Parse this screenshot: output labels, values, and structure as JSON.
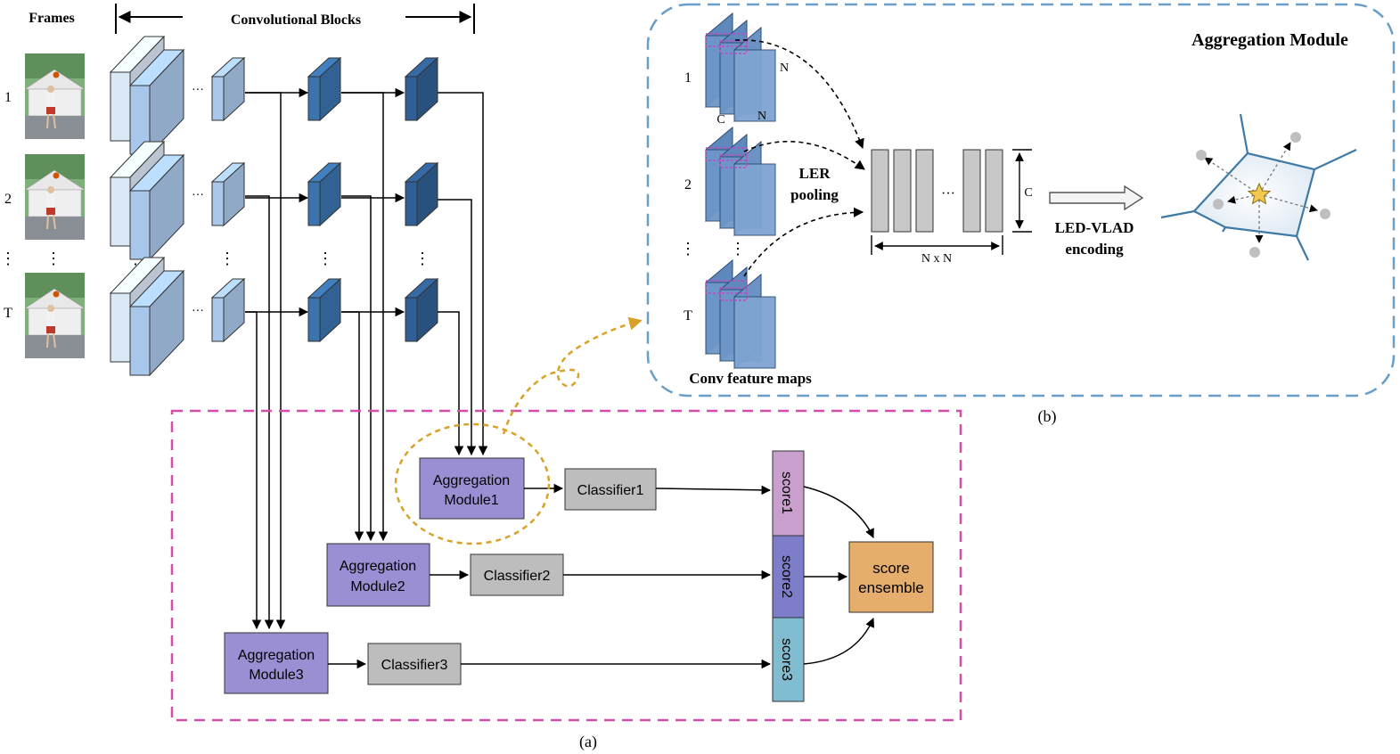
{
  "title_frames": "Frames",
  "title_conv_blocks": "Convolutional Blocks",
  "frame_labels": [
    "1",
    "2",
    "⋮",
    "T"
  ],
  "ellipsis_h": "···",
  "ellipsis_v": "⋮",
  "aggregation_modules": [
    {
      "line1": "Aggregation",
      "line2": "Module1"
    },
    {
      "line1": "Aggregation",
      "line2": "Module2"
    },
    {
      "line1": "Aggregation",
      "line2": "Module3"
    }
  ],
  "classifiers": [
    "Classifier1",
    "Classifier2",
    "Classifier3"
  ],
  "scores": [
    "score1",
    "score2",
    "score3"
  ],
  "score_ensemble": {
    "line1": "score",
    "line2": "ensemble"
  },
  "caption_a": "(a)",
  "caption_b": "(b)",
  "aggregation_title": "Aggregation Module",
  "map_labels": [
    "1",
    "2",
    "⋮",
    "T"
  ],
  "dim_c": "C",
  "dim_n": "N",
  "ler_pooling": {
    "line1": "LER",
    "line2": "pooling"
  },
  "nxn_label": "N x N",
  "led_vlad": {
    "line1": "LED-VLAD",
    "line2": "encoding"
  },
  "conv_feature_maps": "Conv feature maps",
  "colors": {
    "module": "#9b8fd3",
    "classifier": "#bdbdbd",
    "score1": "#c9a0cd",
    "score2": "#7d7dc9",
    "score3": "#82bcd0",
    "ensemble": "#e5ae6c",
    "pink_border": "#d14fa7",
    "blue_border": "#6a9ec7",
    "orange_dash": "#d8a22a",
    "cube_dark": "#2f5f94",
    "cube_mid": "#3a73ad",
    "cube_light": "#a9c7ea",
    "cube_pale": "#dbe8f6"
  }
}
